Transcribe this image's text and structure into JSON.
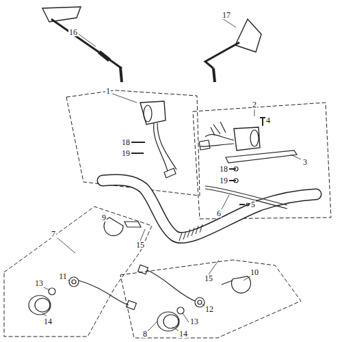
{
  "diagram": {
    "labels": [
      "16",
      "17",
      "1",
      "18",
      "19",
      "2",
      "4",
      "3",
      "18",
      "19",
      "5",
      "6",
      "7",
      "9",
      "15",
      "15",
      "11",
      "13",
      "14",
      "12",
      "8",
      "10",
      "13",
      "14"
    ]
  }
}
